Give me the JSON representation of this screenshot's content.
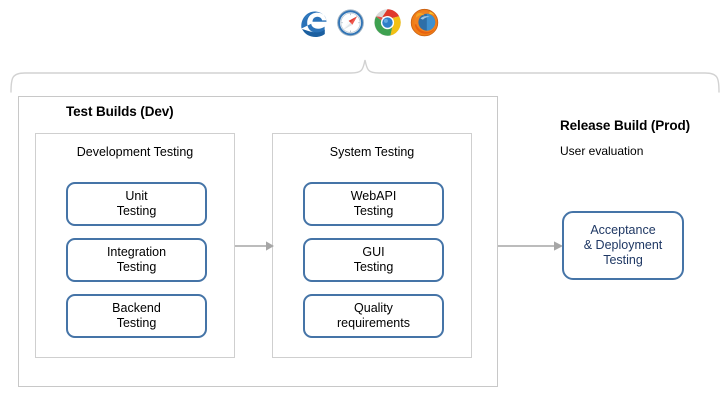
{
  "browsers": [
    {
      "name": "edge-icon",
      "label": "Microsoft Edge"
    },
    {
      "name": "safari-icon",
      "label": "Safari"
    },
    {
      "name": "chrome-icon",
      "label": "Google Chrome"
    },
    {
      "name": "firefox-icon",
      "label": "Mozilla Firefox"
    }
  ],
  "dev": {
    "title": "Test Builds (Dev)",
    "panels": [
      {
        "label": "Development Testing",
        "nodes": [
          {
            "line1": "Unit",
            "line2": "Testing"
          },
          {
            "line1": "Integration",
            "line2": "Testing"
          },
          {
            "line1": "Backend",
            "line2": "Testing"
          }
        ]
      },
      {
        "label": "System Testing",
        "nodes": [
          {
            "line1": "WebAPI",
            "line2": "Testing"
          },
          {
            "line1": "GUI",
            "line2": "Testing"
          },
          {
            "line1": "Quality",
            "line2": "requirements"
          }
        ]
      }
    ]
  },
  "prod": {
    "title": "Release Build (Prod)",
    "subtitle": "User evaluation",
    "node": {
      "line1": "Acceptance",
      "line2": "& Deployment",
      "line3": "Testing"
    }
  },
  "colors": {
    "node_border": "#4574a7",
    "panel_border": "#cfcfcf",
    "container_border": "#c8c8c8",
    "arrow": "#a6a6a6",
    "brace": "#d0d0d0",
    "accept_text": "#1f3864"
  }
}
